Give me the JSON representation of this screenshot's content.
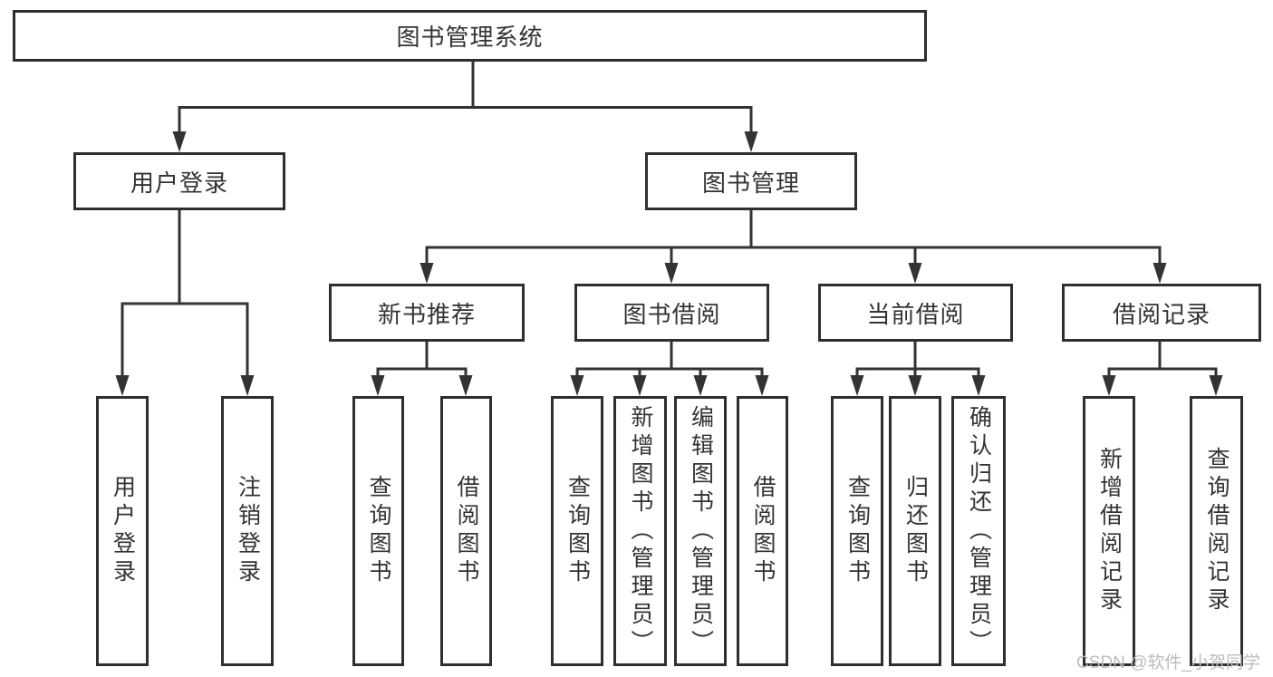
{
  "tree": {
    "root": "图书管理系统",
    "children": [
      {
        "label": "用户登录",
        "children": [
          {
            "label": "用户登录"
          },
          {
            "label": "注销登录"
          }
        ]
      },
      {
        "label": "图书管理",
        "children": [
          {
            "label": "新书推荐",
            "children": [
              {
                "label": "查询图书"
              },
              {
                "label": "借阅图书"
              }
            ]
          },
          {
            "label": "图书借阅",
            "children": [
              {
                "label": "查询图书"
              },
              {
                "label": "新增图书（管理员）"
              },
              {
                "label": "编辑图书（管理员）"
              },
              {
                "label": "借阅图书"
              }
            ]
          },
          {
            "label": "当前借阅",
            "children": [
              {
                "label": "查询图书"
              },
              {
                "label": "归还图书"
              },
              {
                "label": "确认归还（管理员）"
              }
            ]
          },
          {
            "label": "借阅记录",
            "children": [
              {
                "label": "新增借阅记录"
              },
              {
                "label": "查询借阅记录"
              }
            ]
          }
        ]
      }
    ]
  },
  "watermark": {
    "text": "CSDN @软件_小贺同学"
  },
  "colors": {
    "line": "#333333",
    "box_border": "#2f2f2f",
    "text": "#333333",
    "watermark": "#b9bdc2",
    "background": "#ffffff"
  }
}
